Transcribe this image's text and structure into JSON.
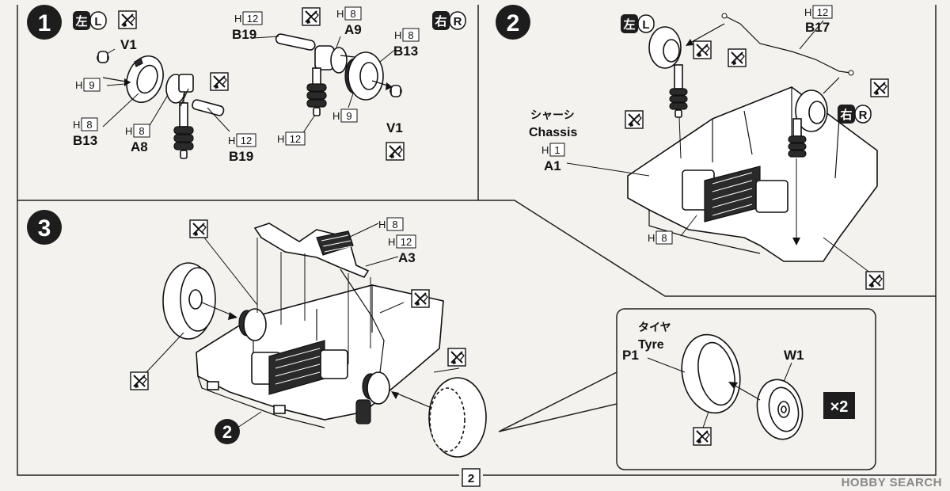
{
  "steps": [
    {
      "number": "1"
    },
    {
      "number": "2"
    },
    {
      "number": "3"
    }
  ],
  "side_badges": {
    "left_kanji": "左",
    "left_letter": "L",
    "right_kanji": "右",
    "right_letter": "R"
  },
  "parts": {
    "V1": "V1",
    "A9": "A9",
    "B13": "B13",
    "B19": "B19",
    "A8": "A8",
    "B17": "B17",
    "A1": "A1",
    "A3": "A3",
    "P1": "P1",
    "W1": "W1"
  },
  "h_prefix": "H",
  "h_numbers": {
    "h9": "9",
    "h8": "8",
    "h12": "12",
    "h1": "1"
  },
  "chassis_label_jp": "シャーシ",
  "chassis_label_en": "Chassis",
  "tyre_label_jp": "タイヤ",
  "tyre_label_en": "Tyre",
  "multiplier": "×2",
  "step_ref": "2",
  "page_number": "2",
  "watermark": "HOBBY SEARCH"
}
